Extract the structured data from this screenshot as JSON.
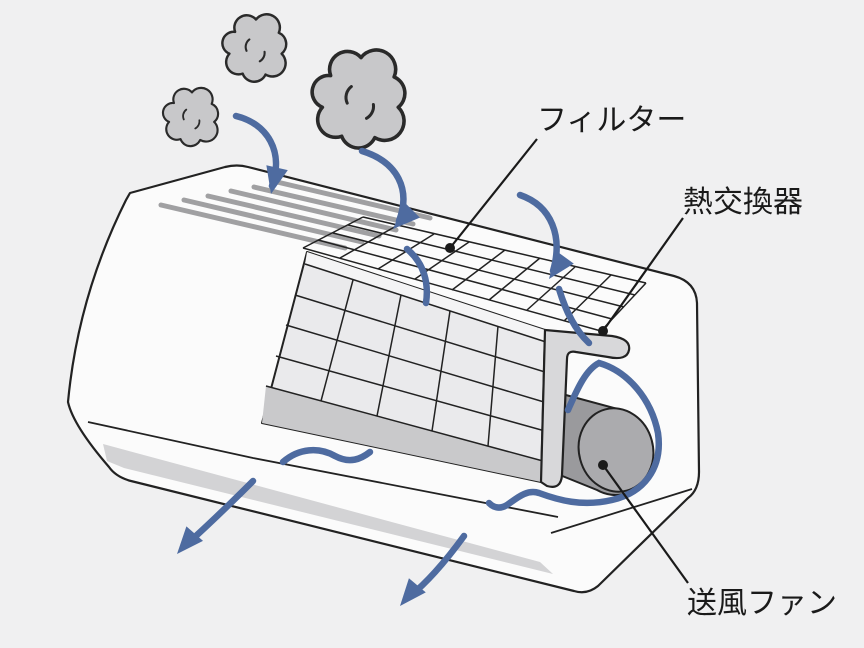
{
  "diagram": {
    "kind": "air-conditioner-airflow-cutaway",
    "labels": {
      "filter": "フィルター",
      "heat_exchanger": "熱交換器",
      "blower_fan": "送風ファン"
    },
    "colors": {
      "background": "#f0f0f1",
      "body_fill": "#fbfbfb",
      "outline": "#222222",
      "airflow_blue": "#4e6ba0",
      "cloud_fill": "#c8c8ca",
      "grille_slat": "#a0a0a2",
      "heat_exchanger_face": "#eaeaec",
      "heat_exchanger_band": "#c9c9cb",
      "bracket_fill": "#d8d8da",
      "fan_side": "#9a9a9d",
      "fan_face": "#ababae",
      "outlet_slat": "#d3d3d5"
    },
    "icons": {
      "dust": "dust-cloud-icon",
      "airflow_in": "airflow-in-arrow-icon",
      "airflow_out": "airflow-out-arrow-icon"
    }
  }
}
